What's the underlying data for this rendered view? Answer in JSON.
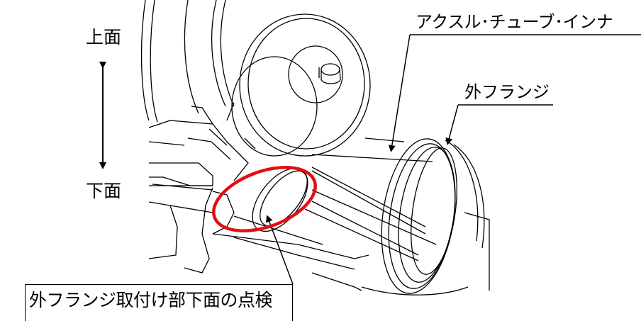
{
  "labels": {
    "top_face": "上面",
    "bottom_face": "下面",
    "axle_tube_inner": "アクスル･チューブ･インナ",
    "outer_flange": "外フランジ"
  },
  "caption": "外フランジ取付け部下面の点検",
  "colors": {
    "line": "#000000",
    "highlight": "#e01010",
    "background": "#ffffff"
  }
}
